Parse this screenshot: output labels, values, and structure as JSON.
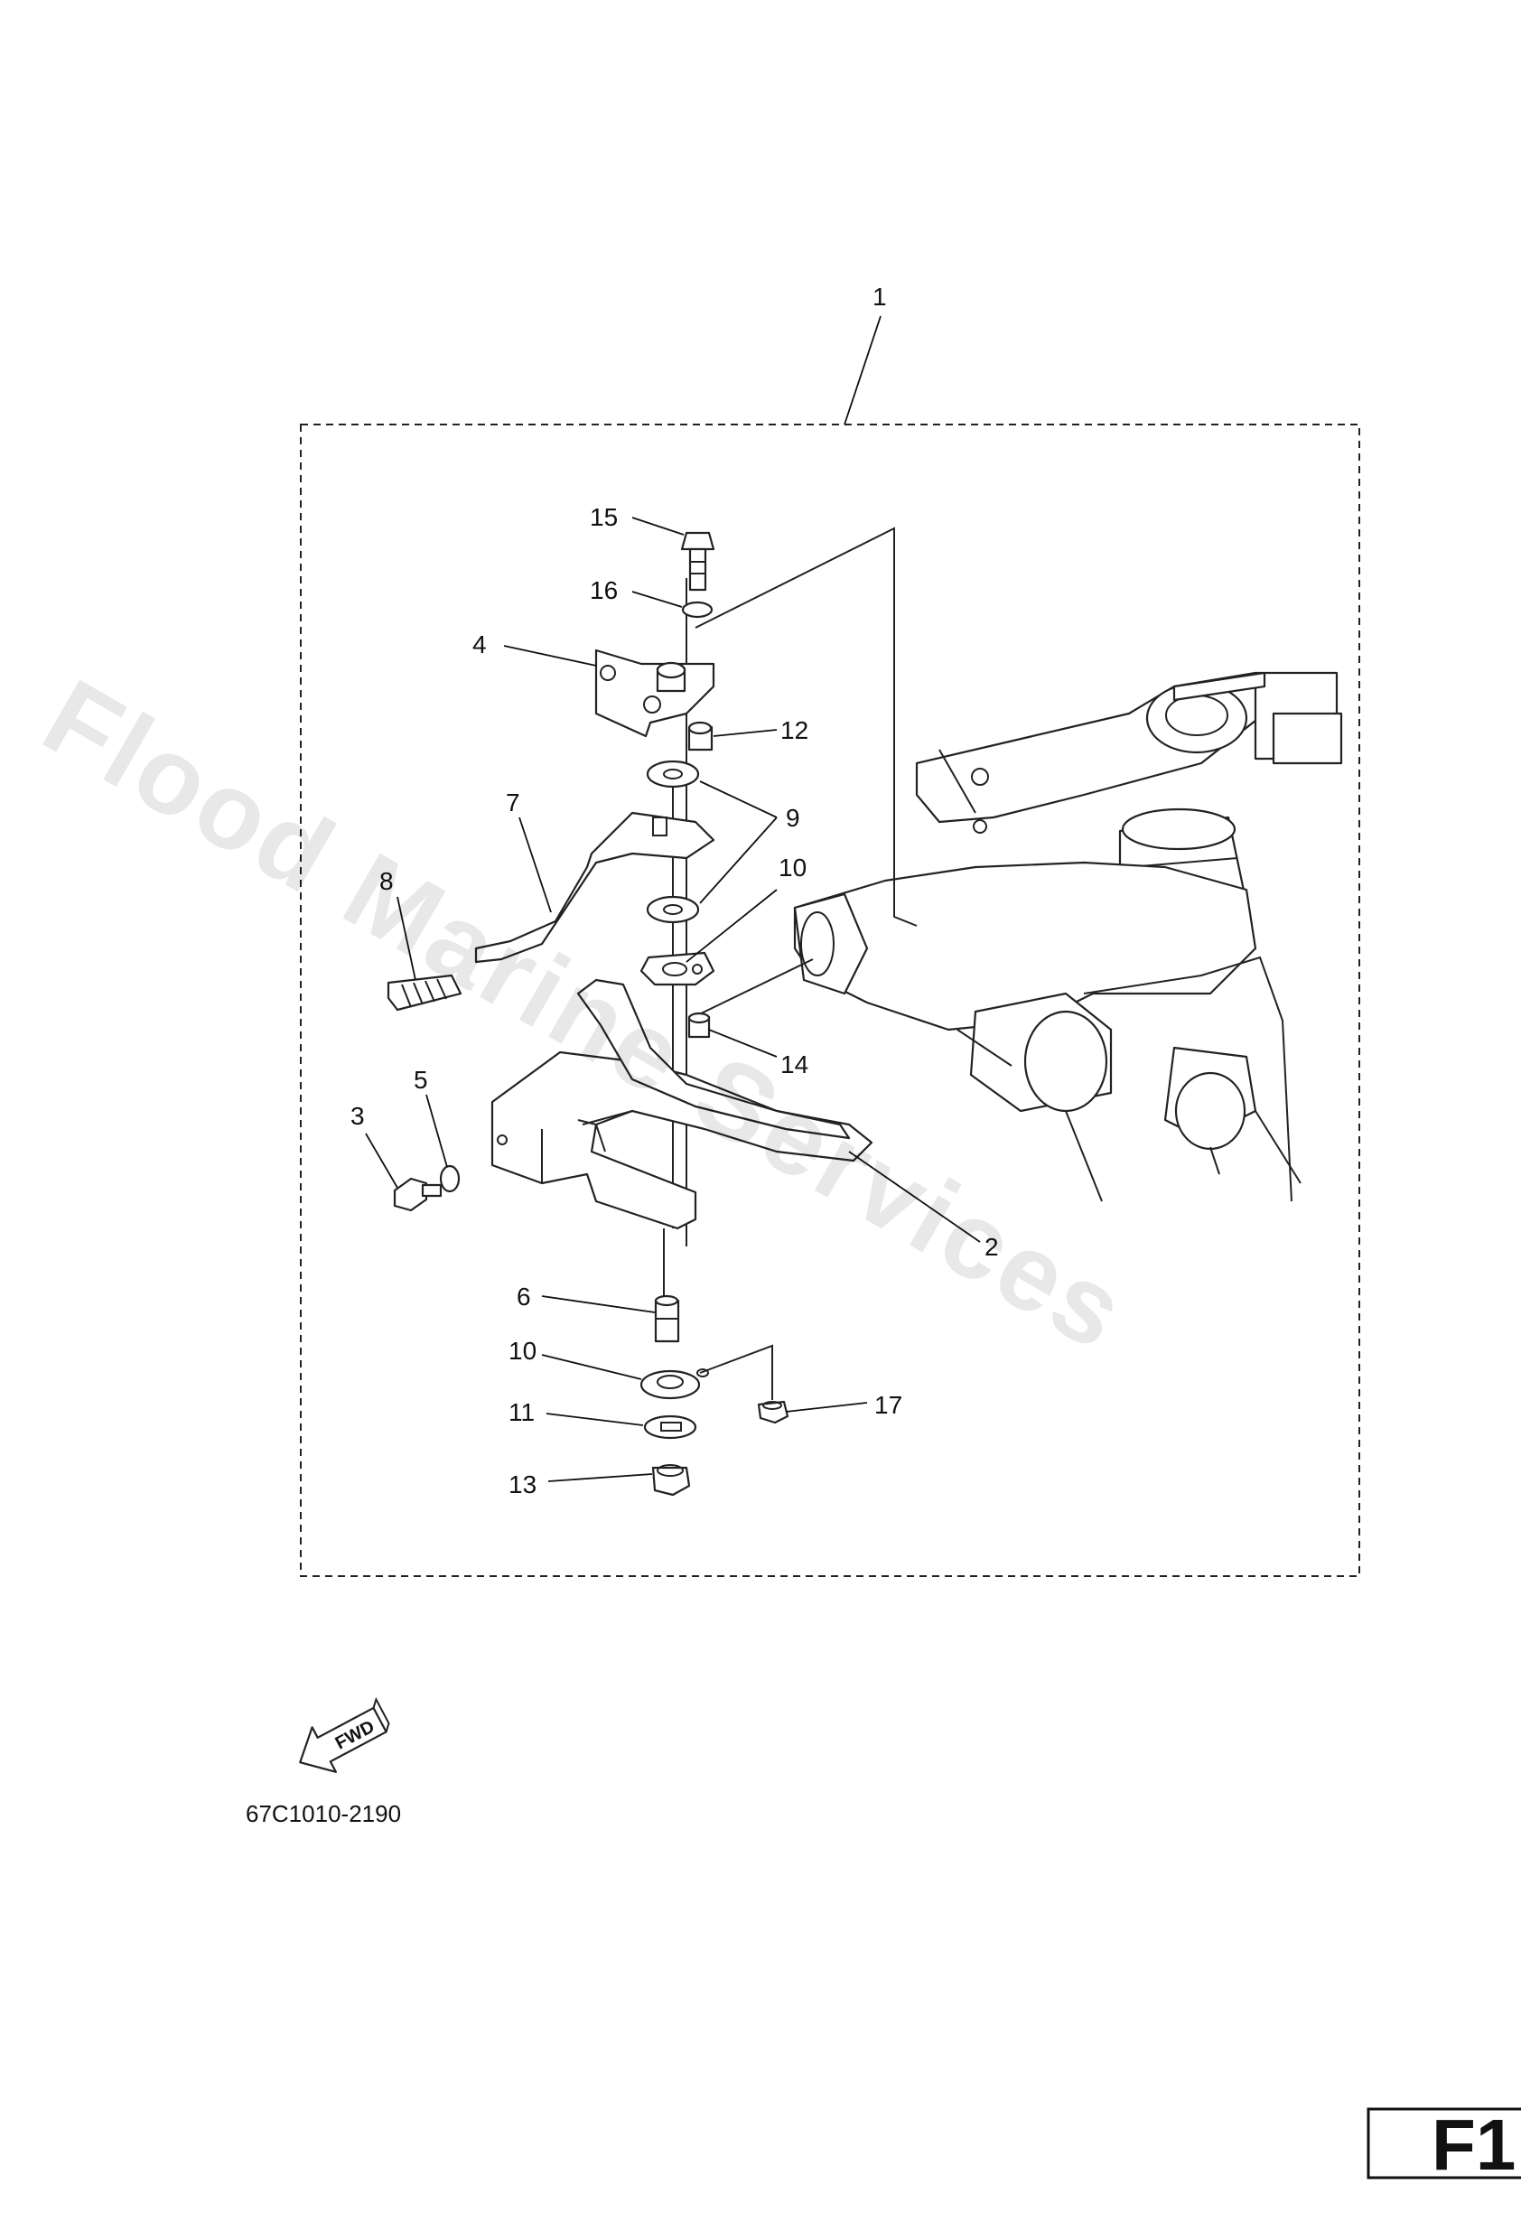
{
  "parts": {
    "p1": "1",
    "p2": "2",
    "p3": "3",
    "p4": "4",
    "p5": "5",
    "p6": "6",
    "p7": "7",
    "p8": "8",
    "p9": "9",
    "p10a": "10",
    "p10b": "10",
    "p11": "11",
    "p12": "12",
    "p13": "13",
    "p14": "14",
    "p15": "15",
    "p16": "16",
    "p17": "17"
  },
  "watermark": "Flood Marine Services",
  "fwd_label": "FWD",
  "drawing_code": "67C1010-2190",
  "page_code": "F1"
}
